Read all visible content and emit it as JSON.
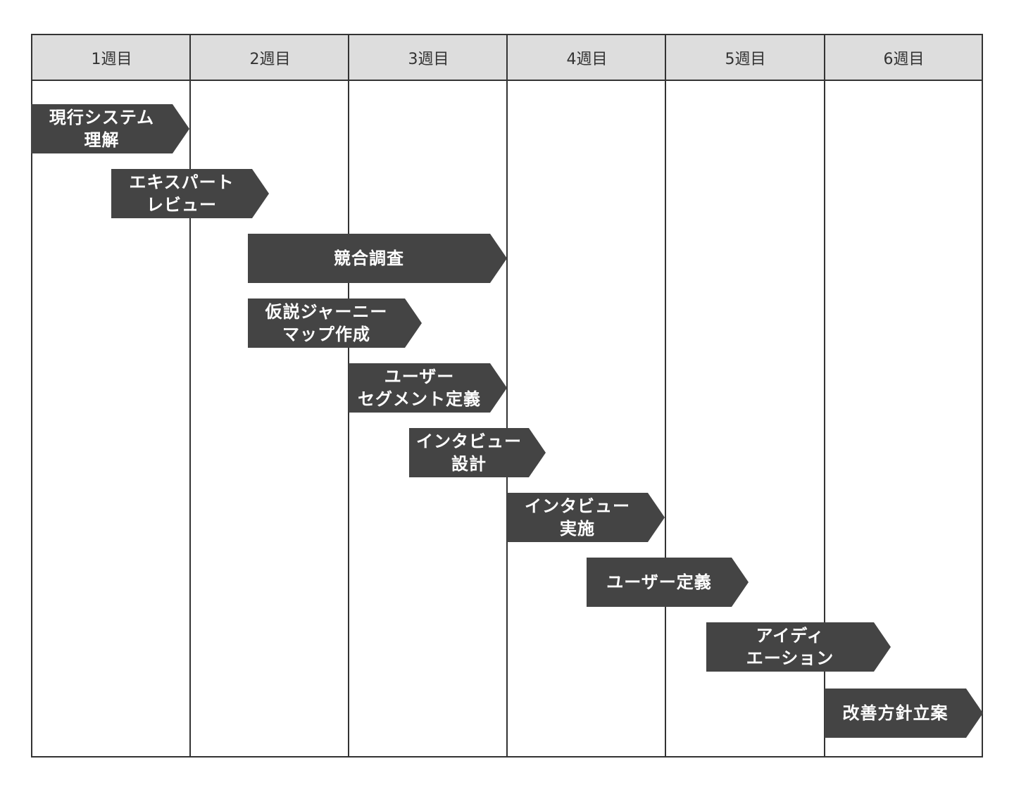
{
  "weeks": [
    "1週目",
    "2週目",
    "3週目",
    "4週目",
    "5週目",
    "6週目"
  ],
  "tasks": [
    {
      "label": "現行システム\n理解"
    },
    {
      "label": "エキスパート\nレビュー"
    },
    {
      "label": "競合調査"
    },
    {
      "label": "仮説ジャーニー\nマップ作成"
    },
    {
      "label": "ユーザー\nセグメント定義"
    },
    {
      "label": "インタビュー\n設計"
    },
    {
      "label": "インタビュー\n実施"
    },
    {
      "label": "ユーザー定義"
    },
    {
      "label": "アイディ\nエーション"
    },
    {
      "label": "改善方針立案"
    }
  ],
  "colors": {
    "task_fill": "#444444",
    "header_fill": "#dddddd",
    "grid_line": "#333333"
  }
}
